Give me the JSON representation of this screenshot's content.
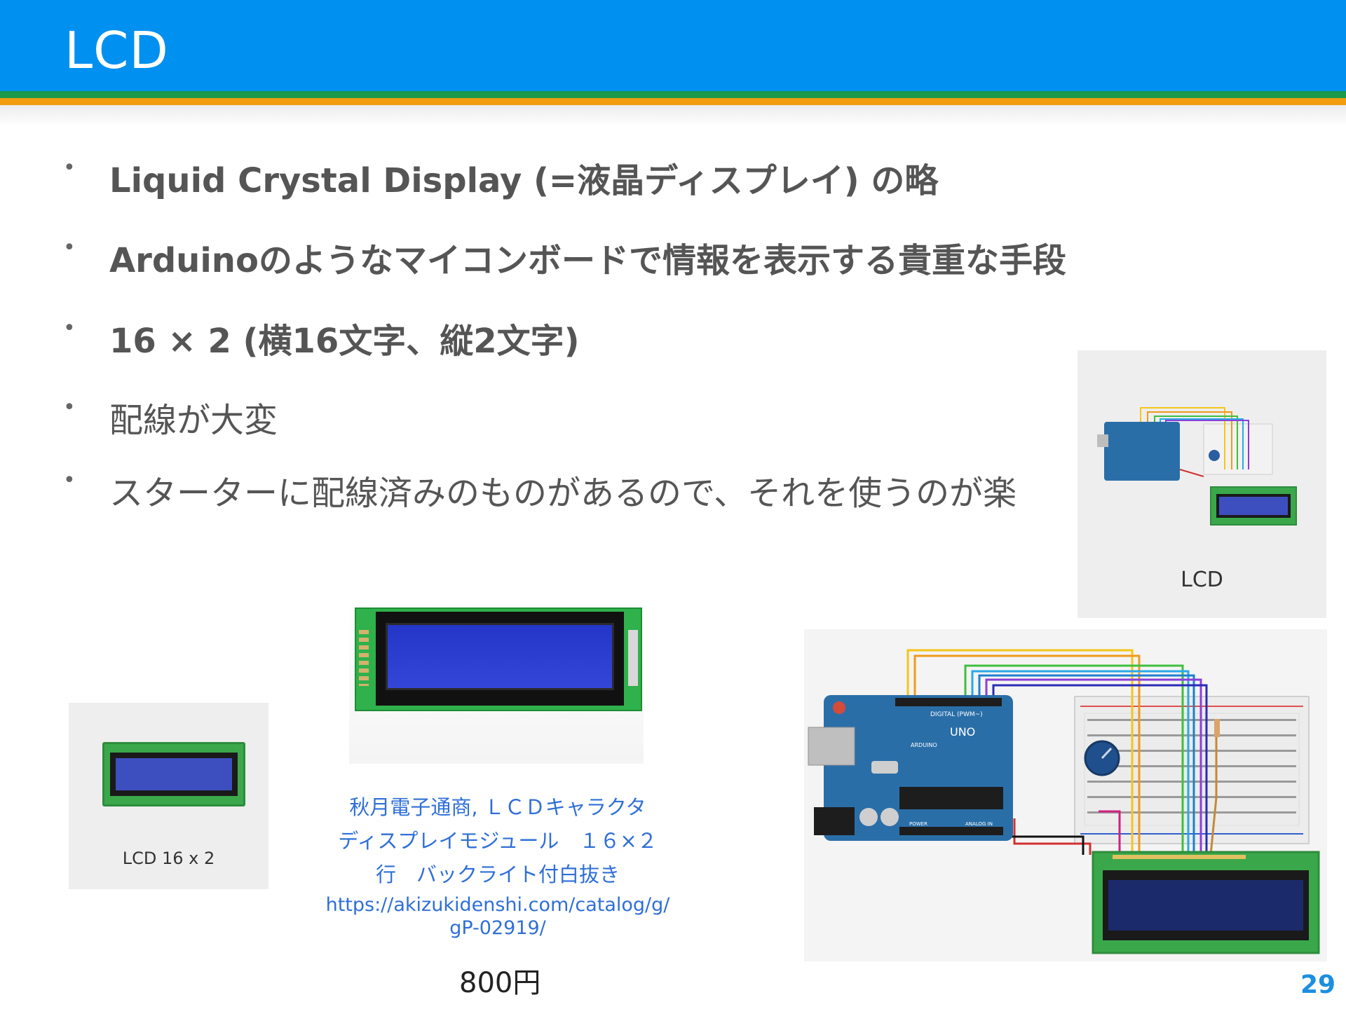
{
  "slide": {
    "title": "LCD",
    "page_number": "29"
  },
  "bullets": [
    {
      "text": "Liquid Crystal Display (=液晶ディスプレイ) の略"
    },
    {
      "text": "Arduinoのようなマイコンボードで情報を表示する貴重な手段"
    },
    {
      "text": "16 × 2 (横16文字、縦2文字)"
    },
    {
      "text": "配線が大変"
    },
    {
      "text": "スターターに配線済みのものがあるので、それを使うのが楽"
    }
  ],
  "panels": {
    "lcd16x2_label": "LCD 16 x 2",
    "starter_label": "LCD"
  },
  "product": {
    "caption_line1": "秋月電子通商, ＬＣＤキャラクタ",
    "caption_line2": "ディスプレイモジュール　１６×２",
    "caption_line3": "行　バックライト付白抜き",
    "url_line1": "https://akizukidenshi.com/catalog/g/",
    "url_line2": "gP-02919/",
    "price": "800円"
  },
  "arduino": {
    "board_text_digital": "DIGITAL (PWM~)",
    "board_text_uno": "UNO",
    "board_text_brand": "ARDUINO",
    "board_text_power": "POWER",
    "board_text_analog": "ANALOG IN"
  },
  "colors": {
    "header": "#0090f0",
    "stripe_green": "#1a9a4a",
    "stripe_orange": "#f29c0f",
    "caption": "#2f6fd8",
    "page_number": "#1b8fe0",
    "lcd_screen": "#3d4fbf",
    "pcb_green": "#3aa84a",
    "arduino_blue": "#2a6ea8"
  }
}
